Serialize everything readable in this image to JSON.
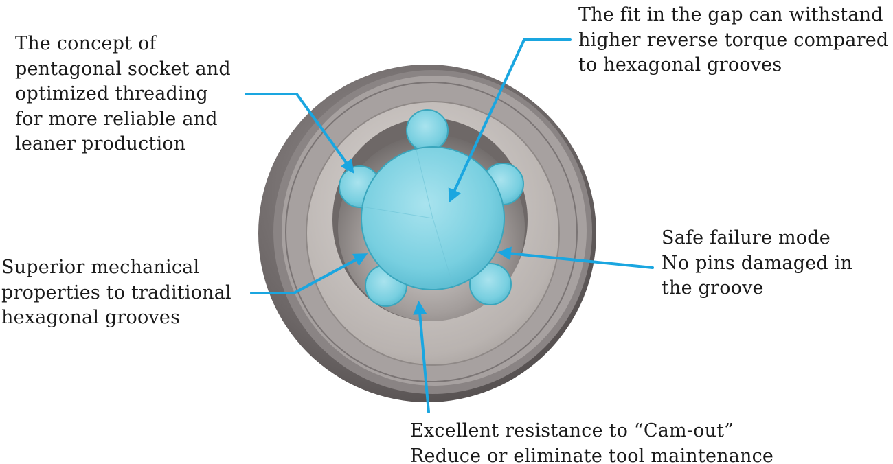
{
  "callouts": {
    "pentagonal_socket": [
      "The concept of",
      "pentagonal socket and",
      "optimized threading",
      "for more reliable and",
      "leaner production"
    ],
    "reverse_torque": [
      "The fit in the gap can withstand",
      "higher reverse torque compared",
      "to hexagonal grooves"
    ],
    "mechanical_properties": [
      "Superior mechanical",
      "properties to traditional",
      "hexagonal grooves"
    ],
    "safe_failure": [
      "Safe failure mode",
      "No pins damaged in",
      "the groove"
    ],
    "cam_out": [
      "Excellent resistance to “Cam-out”",
      "Reduce or eliminate tool maintenance"
    ]
  },
  "colors": {
    "leader_line": "#1aa6e0",
    "bit_fill": "#7fd3e3",
    "bit_edge": "#3aa6bd",
    "outer_ring": "#6e6868",
    "inner_face": "#c9c4c1",
    "recess_wall": "#8c8685",
    "background": "#ffffff"
  }
}
